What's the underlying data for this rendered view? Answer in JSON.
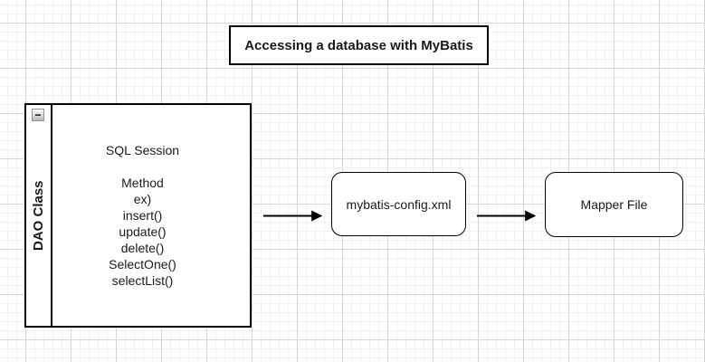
{
  "colors": {
    "canvas_bg": "#ffffff",
    "grid_minor": "#f1f1f1",
    "grid_major": "#d6d6d6",
    "shape_border": "#000000",
    "text": "#1a1a1a"
  },
  "title_box": {
    "label": "Accessing a database with MyBatis"
  },
  "dao_box": {
    "label": "DAO Class",
    "collapse_glyph": "−",
    "content_lines": [
      "SQL Session",
      "",
      "Method",
      "ex)",
      "insert()",
      "update()",
      "delete()",
      "SelectOne()",
      "selectList()"
    ]
  },
  "config_box": {
    "label": "mybatis-config.xml"
  },
  "mapper_box": {
    "label": "Mapper File"
  }
}
